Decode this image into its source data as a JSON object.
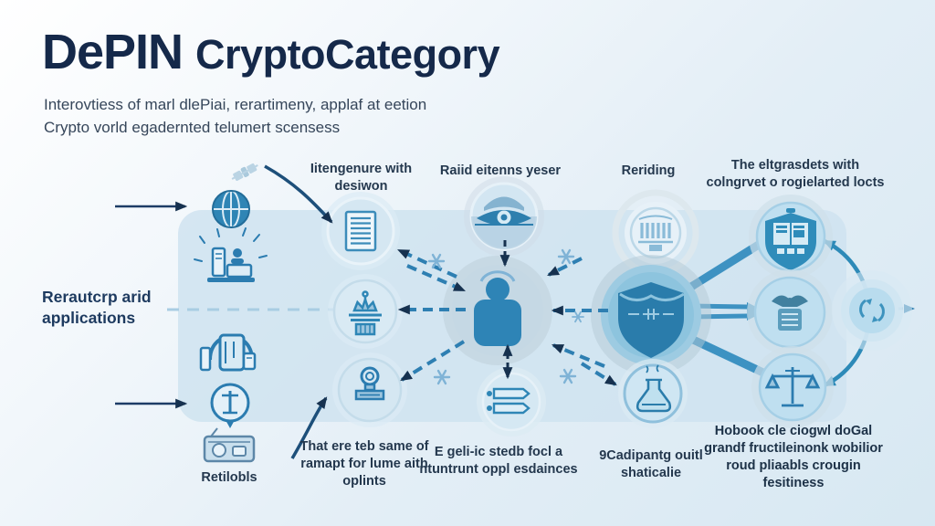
{
  "header": {
    "title_primary": "DePIN",
    "title_secondary": "CryptoCategory",
    "subtitle_line1": "Interovtiess of marl dlePiai, rerartimeny, applaf at eetion",
    "subtitle_line2": "Crypto vorld egadernted telumert scensess"
  },
  "sidebar": {
    "section_label": "Rerautcrp arid applications",
    "device_caption": "Retilobls"
  },
  "captions": {
    "ledger": "Iitengenure with desiwon",
    "oracle": "Raiid eitenns yeser",
    "rewards": "Reriding",
    "top_right": "The eltgrasdets with colngrvet o rogielarted locts",
    "bottom_ledger": "That ere teb same of ramapt for lume aith oplints",
    "bottom_list": "E geli-ic stedb focl a ntuntrunt oppl esdainces",
    "bottom_flask": "9Cadipantg ouitl shaticalie",
    "bottom_right": "Hobook cle ciogwl doGal grandf fructileinonk wobilior roud pliaabls crougin fesitiness"
  },
  "icons": [
    "satellite-icon",
    "globe-icon",
    "devices-icon",
    "jar-icon",
    "compass-icon",
    "radio-icon",
    "document-icon",
    "crown-podium-icon",
    "stamp-icon",
    "eye-icon",
    "person-icon",
    "list-icon",
    "bank-icon",
    "shield-icon",
    "flask-icon",
    "shield-screen-icon",
    "eagle-box-icon",
    "scale-icon",
    "refresh-icon",
    "snowflake-icon"
  ],
  "colors": {
    "title": "#15294a",
    "body_text": "#2c3d50",
    "icon_blue": "#2f85b5",
    "icon_outline": "#2b7cb0",
    "panel": "#cfe3f0",
    "arrow_navy": "#1d3c66",
    "arrow_blue": "#2e7fb2",
    "arc_teal": "#2d8ab8",
    "background_start": "#ffffff",
    "background_end": "#d7e8f2"
  }
}
